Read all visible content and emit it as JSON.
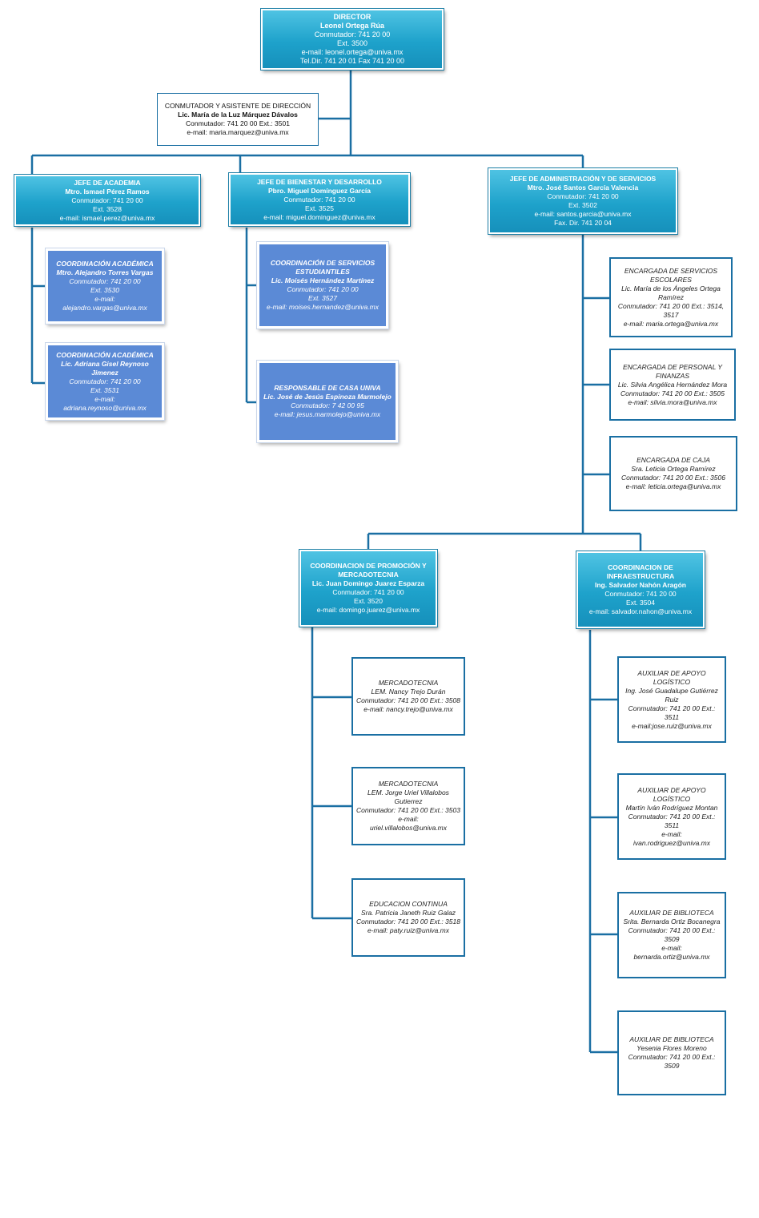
{
  "director": {
    "title": "DIRECTOR",
    "name": "Leonel Ortega Rúa",
    "phone": "Conmutador: 741 20 00",
    "ext": "Ext. 3500",
    "email": "e-mail: leonel.ortega@univa.mx",
    "tel": "Tel.Dir. 741 20 01 Fax 741 20 00"
  },
  "asistente": {
    "title": "CONMUTADOR Y ASISTENTE DE DIRECCIÓN",
    "name": "Lic. María de la Luz Márquez Dávalos",
    "phone": "Conmutador: 741 20 00 Ext.: 3501",
    "email": "e-mail: maria.marquez@univa.mx"
  },
  "academia": {
    "title": "JEFE DE ACADEMIA",
    "name": "Mtro. Ismael Pérez Ramos",
    "phone": "Conmutador: 741 20 00",
    "ext": "Ext. 3528",
    "email": "e-mail: ismael.perez@univa.mx"
  },
  "coord_acad_1": {
    "title": "COORDINACIÓN ACADÉMICA",
    "name": "Mtro. Alejandro Torres Vargas",
    "phone": "Conmutador: 741 20 00",
    "ext": "Ext. 3530",
    "email_label": "e-mail:",
    "email": "alejandro.vargas@univa.mx"
  },
  "coord_acad_2": {
    "title": "COORDINACIÓN ACADÉMICA",
    "name": "Lic. Adriana Gisel Reynoso Jimenez",
    "phone": "Conmutador: 741 20 00",
    "ext": "Ext. 3531",
    "email_label": "e-mail:",
    "email": "adriana.reynoso@univa.mx"
  },
  "bienestar": {
    "title": "JEFE DE BIENESTAR Y DESARROLLO",
    "name": "Pbro. Miguel Domínguez García",
    "phone": "Conmutador: 741 20 00",
    "ext": "Ext. 3525",
    "email": "e-mail: miguel.dominguez@univa.mx"
  },
  "serv_estudiantiles": {
    "title": "COORDINACIÓN DE SERVICIOS ESTUDIANTILES",
    "name": "Lic. Moisés Hernández Martínez",
    "phone": "Conmutador: 741 20 00",
    "ext": "Ext. 3527",
    "email": "e-mail: moises.hernandez@univa.mx"
  },
  "casa_univa": {
    "title": "RESPONSABLE DE CASA UNIVA",
    "name": "Lic. José de Jesús Espinoza Marmolejo",
    "phone": "Conmutador: 7 42 00 95",
    "email": "e-mail: jesus.marmolejo@univa.mx"
  },
  "administracion": {
    "title": "JEFE DE ADMINISTRACIÓN Y DE SERVICIOS",
    "name": "Mtro. José Santos García Valencia",
    "phone": "Conmutador: 741 20 00",
    "ext": "Ext. 3502",
    "email": "e-mail: santos.garcia@univa.mx",
    "fax": "Fax. Dir. 741 20 04"
  },
  "serv_escolares": {
    "title": "ENCARGADA DE SERVICIOS ESCOLARES",
    "name": "Lic. María de los Ángeles Ortega Ramírez",
    "phone": "Conmutador: 741 20 00 Ext.: 3514, 3517",
    "email": "e-mail: maria.ortega@univa.mx"
  },
  "personal_finanzas": {
    "title": "ENCARGADA DE PERSONAL Y FINANZAS",
    "name": "Lic. Silvia Angélica Hernández Mora",
    "phone": "Conmutador: 741 20 00 Ext.: 3505",
    "email": "e-mail: silvia.mora@univa.mx"
  },
  "caja": {
    "title": "ENCARGADA DE CAJA",
    "name": "Sra. Leticia Ortega Ramírez",
    "phone": "Conmutador: 741 20 00 Ext.: 3506",
    "email": "e-mail: leticia.ortega@univa.mx"
  },
  "promocion": {
    "title": "COORDINACION DE PROMOCIÓN Y MERCADOTECNIA",
    "name": "Lic. Juan Domingo Juarez Esparza",
    "phone": "Conmutador: 741 20 00",
    "ext": "Ext. 3520",
    "email": "e-mail: domingo.juarez@univa.mx"
  },
  "mercadotecnia_1": {
    "title": "MERCADOTECNIA",
    "name": "LEM. Nancy Trejo Durán",
    "phone": "Conmutador: 741 20 00 Ext.: 3508",
    "email": "e-mail: nancy.trejo@univa.mx"
  },
  "mercadotecnia_2": {
    "title": "MERCADOTECNIA",
    "name": "LEM. Jorge Uriel Villalobos Gutierrez",
    "phone": "Conmutador: 741 20 00 Ext.: 3503",
    "email_label": "e-mail:",
    "email": "uriel.villalobos@univa.mx"
  },
  "educacion_continua": {
    "title": "EDUCACION CONTINUA",
    "name": "Sra. Patricia Janeth Ruiz Galaz",
    "phone": "Conmutador: 741 20 00 Ext.: 3518",
    "email": "e-mail: paty.ruiz@univa.mx"
  },
  "infraestructura": {
    "title": "COORDINACION DE INFRAESTRUCTURA",
    "name": "Ing. Salvador Nahón Aragón",
    "phone": "Conmutador: 741 20 00",
    "ext": "Ext. 3504",
    "email": "e-mail: salvador.nahon@univa.mx"
  },
  "aux_logistico_1": {
    "title": "AUXILIAR DE APOYO LOGÍSTICO",
    "name": "Ing. José Guadalupe Gutiérrez Ruiz",
    "phone": "Conmutador: 741 20 00 Ext.: 3511",
    "email": "e-mail:jose.ruiz@univa.mx"
  },
  "aux_logistico_2": {
    "title": "AUXILIAR DE APOYO LOGÍSTICO",
    "name": "Martín Iván Rodríguez Montan",
    "phone": "Conmutador: 741 20 00 Ext.: 3511",
    "email_label": "e-mail:",
    "email": "ivan.rodriguez@univa.mx"
  },
  "aux_biblioteca_1": {
    "title": "AUXILIAR DE BIBLIOTECA",
    "name": "Srita. Bernarda Ortiz Bocanegra",
    "phone": "Conmutador: 741 20 00 Ext.: 3509",
    "email_label": "e-mail:",
    "email": "bernarda.ortiz@univa.mx"
  },
  "aux_biblioteca_2": {
    "title": "AUXILIAR DE BIBLIOTECA",
    "name": "Yesenia Flores Moreno",
    "phone": "Conmutador: 741 20 00 Ext.: 3509"
  }
}
